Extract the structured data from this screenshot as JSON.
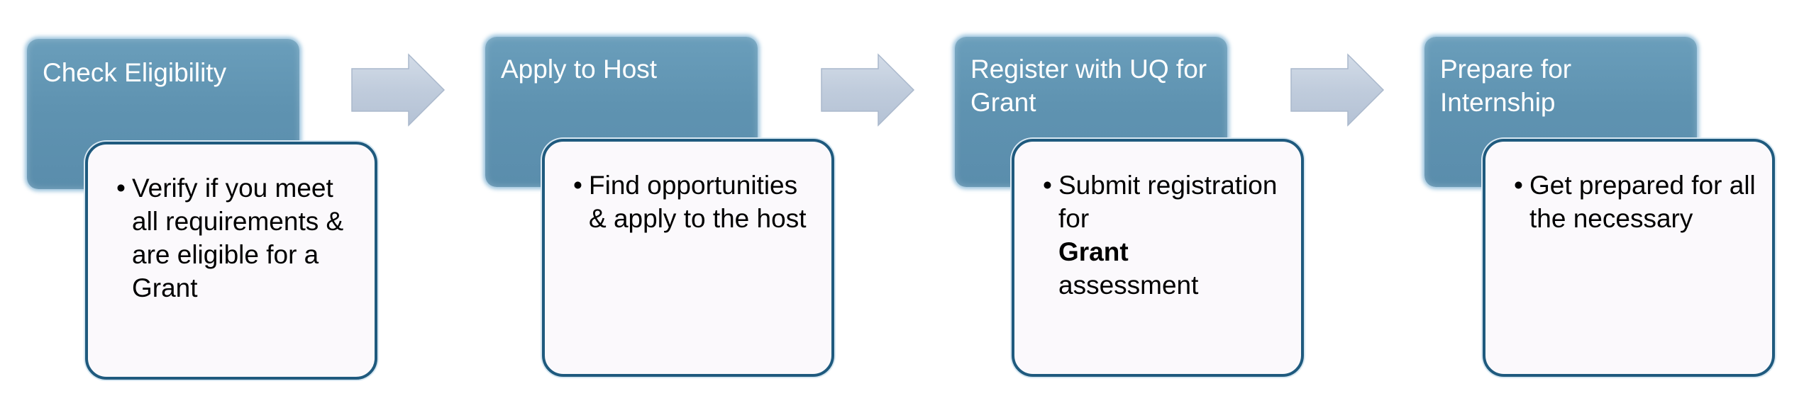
{
  "steps": [
    {
      "title": "Check Eligibility",
      "bullet": "Verify if you meet all requirements & are eligible for a Grant"
    },
    {
      "title": "Apply to Host",
      "bullet": "Find opportunities & apply to the host"
    },
    {
      "title": "Register with UQ for Grant",
      "bullet_before": "Submit registration for",
      "bullet_bold": "Grant",
      "bullet_after": "assessment"
    },
    {
      "title": "Prepare for Internship",
      "bullet": "Get prepared for all the necessary"
    }
  ],
  "bullet_symbol": "•",
  "colors": {
    "header_fill": "#5f93b1",
    "header_glow": "#78afd2",
    "body_border": "#1f5a7e",
    "body_fill": "#fbf9fc",
    "arrow_fill": "#c3cfdf"
  }
}
